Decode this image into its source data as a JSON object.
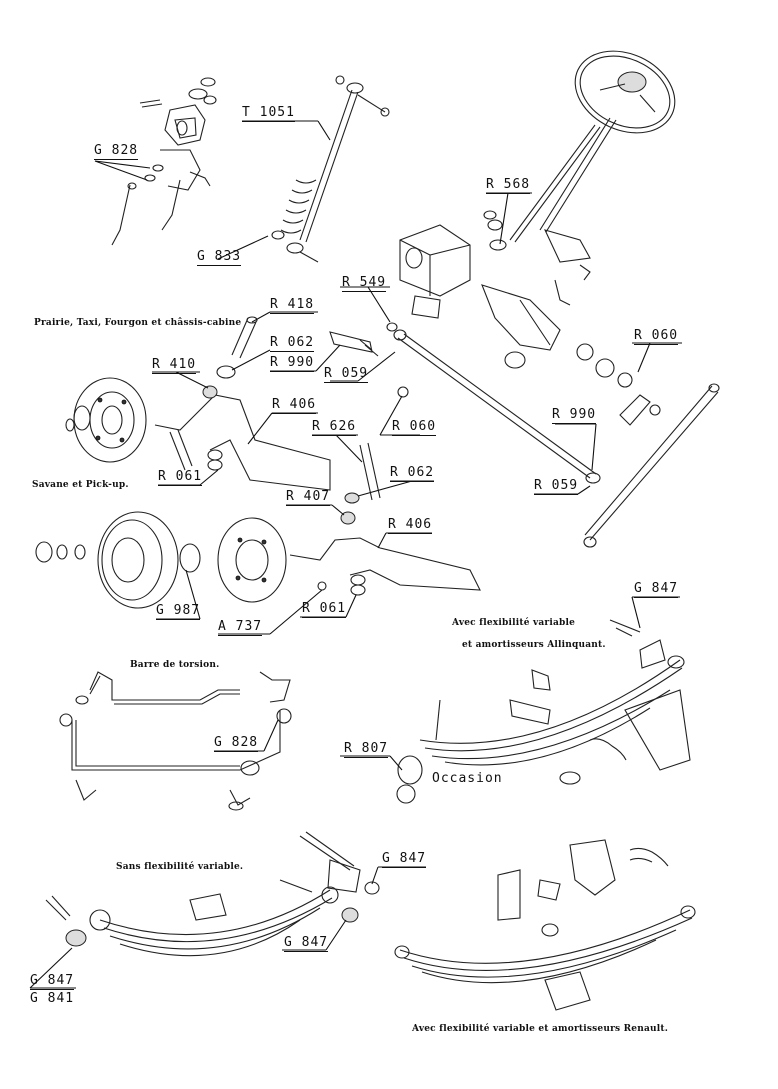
{
  "sections": {
    "top_left_caption": "Prairie, Taxi, Fourgon et châssis-cabine",
    "savane_caption": "Savane et Pick-up.",
    "torsion_caption": "Barre de torsion.",
    "flex_caption_line1": "Avec flexibilité variable",
    "flex_caption_line2": "et amortisseurs Allinquant.",
    "sans_flex_caption": "Sans flexibilité variable.",
    "renault_caption": "Avec flexibilité variable et amortisseurs Renault.",
    "occasion_label": "Occasion"
  },
  "refs": {
    "g828_top": "G 828",
    "t1051": "T 1051",
    "g833": "G 833",
    "r568": "R 568",
    "r549": "R 549",
    "r418": "R 418",
    "r062_a": "R 062",
    "r990_a": "R 990",
    "r060_a": "R 060",
    "r410": "R 410",
    "r059_a": "R 059",
    "r406_a": "R 406",
    "r626": "R 626",
    "r060_b": "R 060",
    "r990_b": "R 990",
    "r061_a": "R 061",
    "r062_b": "R 062",
    "r059_b": "R 059",
    "r407": "R 407",
    "r406_b": "R 406",
    "g987": "G 987",
    "a737": "A 737",
    "r061_b": "R 061",
    "g847_a": "G 847",
    "g828_b": "G 828",
    "r807": "R 807",
    "g847_b": "G 847",
    "g847_c": "G 847",
    "g847_d": "G 847",
    "g841": "G 841"
  }
}
